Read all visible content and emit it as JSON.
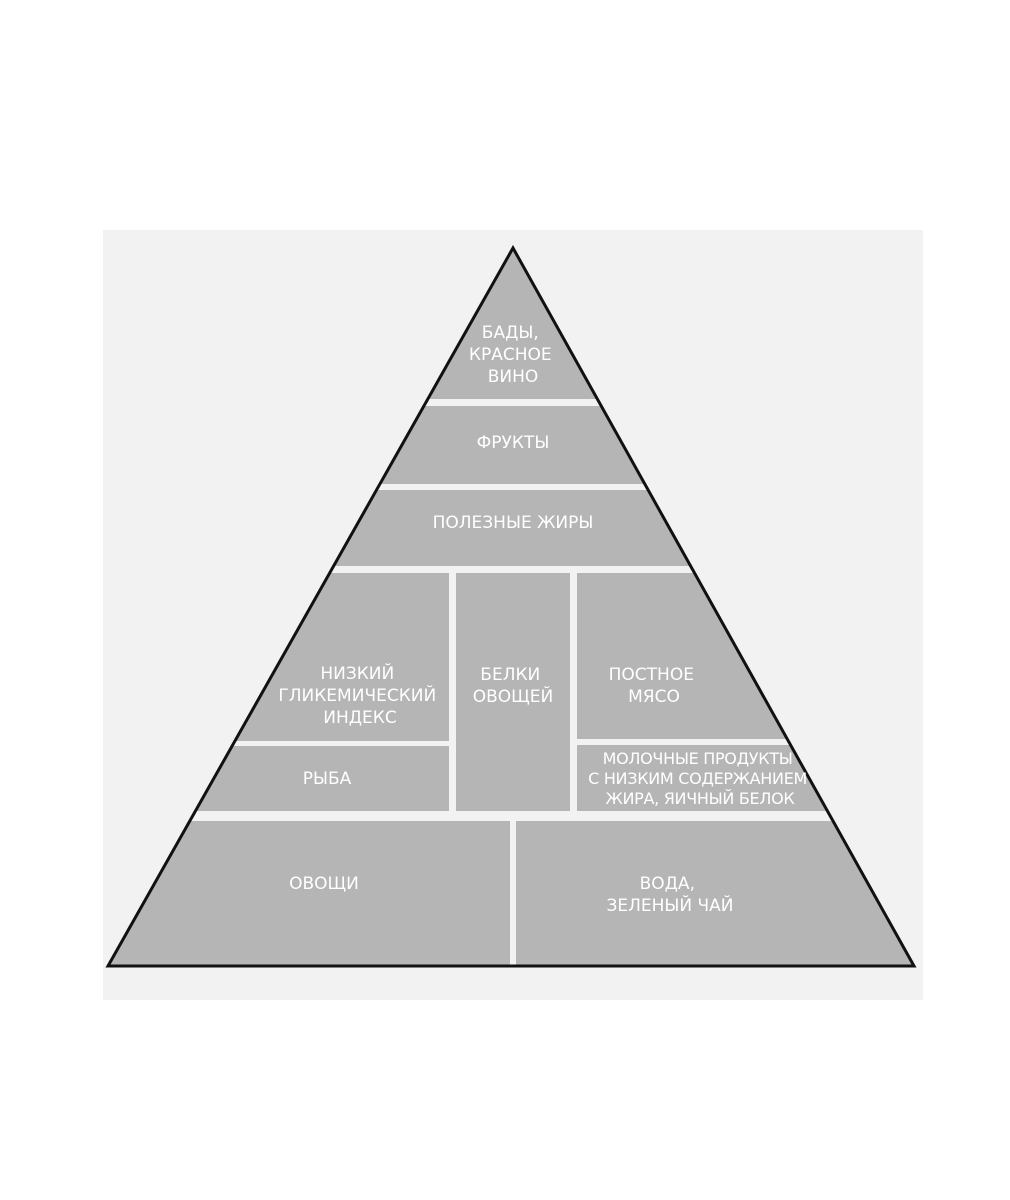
{
  "colors": {
    "panel": "#f2f2f2",
    "block": "#b5b5b5",
    "gap": "#ffffff",
    "outline": "#111111",
    "text": "#ffffff"
  },
  "levels": {
    "top": {
      "lines": [
        "БАДЫ,",
        "КРАСНОЕ",
        "ВИНО"
      ]
    },
    "fruits": {
      "lines": [
        "ФРУКТЫ"
      ]
    },
    "fats": {
      "lines": [
        "ПОЛЕЗНЫЕ ЖИРЫ"
      ]
    },
    "low_gi": {
      "lines": [
        "НИЗКИЙ",
        "ГЛИКЕМИЧЕСКИЙ",
        "ИНДЕКС"
      ]
    },
    "fish": {
      "lines": [
        "РЫБА"
      ]
    },
    "veg_protein": {
      "lines": [
        "БЕЛКИ",
        "ОВОЩЕЙ"
      ]
    },
    "lean_meat": {
      "lines": [
        "ПОСТНОЕ",
        "МЯСО"
      ]
    },
    "dairy": {
      "lines": [
        "МОЛОЧНЫЕ ПРОДУКТЫ",
        "С НИЗКИМ СОДЕРЖАНИЕМ",
        "ЖИРА, ЯИЧНЫЙ БЕЛОК"
      ]
    },
    "vegetables": {
      "lines": [
        "ОВОЩИ"
      ]
    },
    "water": {
      "lines": [
        "ВОДА,",
        "ЗЕЛЕНЫЙ ЧАЙ"
      ]
    }
  }
}
